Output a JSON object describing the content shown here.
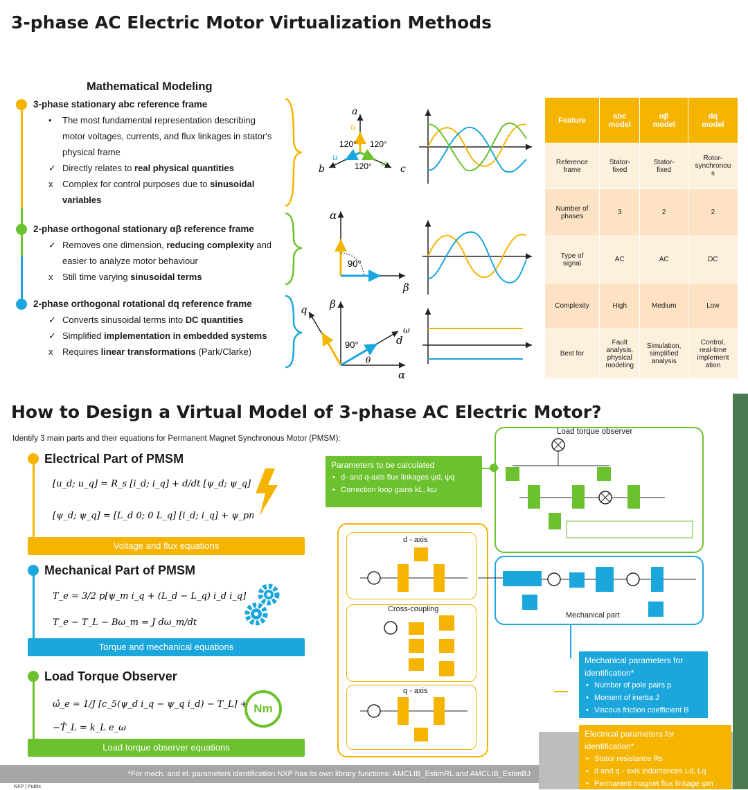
{
  "top_title": "3-phase AC Electric Motor Virtualization Methods",
  "modeling": {
    "heading": "Mathematical Modeling",
    "frames": [
      {
        "title": "3-phase stationary abc reference frame",
        "color": "#f5b400",
        "lines": [
          {
            "mark": "•",
            "text": "The most fundamental representation describing"
          },
          {
            "mark": "",
            "text": "motor voltages, currents, and flux linkages in stator's"
          },
          {
            "mark": "",
            "text": "physical frame"
          },
          {
            "mark": "✓",
            "text": "Directly relates to ",
            "bold": "real physical quantities"
          },
          {
            "mark": "x",
            "text": "Complex for control purposes due to ",
            "bold": "sinusoidal"
          },
          {
            "mark": "",
            "text": "",
            "bold": "variables"
          }
        ]
      },
      {
        "title": "2-phase orthogonal stationary αβ reference frame",
        "color": "#6cc12e",
        "lines": [
          {
            "mark": "✓",
            "text": "Removes one dimension, ",
            "bold": "reducing complexity",
            "after": " and"
          },
          {
            "mark": "",
            "text": "easier to analyze motor behaviour"
          },
          {
            "mark": "x",
            "text": "Still time varying ",
            "bold": "sinusoidal terms"
          }
        ]
      },
      {
        "title": "2-phase orthogonal rotational dq reference frame",
        "color": "#1ba6dc",
        "lines": [
          {
            "mark": "✓",
            "text": "Converts sinusoidal terms into ",
            "bold": "DC quantities"
          },
          {
            "mark": "✓",
            "text": "Simplified ",
            "bold": "implementation in embedded systems"
          },
          {
            "mark": "x",
            "text": "Requires ",
            "bold": "linear transformations",
            "after": " (Park/Clarke)"
          }
        ]
      }
    ],
    "vector_labels": {
      "abc": {
        "a": "a",
        "b": "b",
        "c": "c",
        "ua": "u",
        "ub": "u",
        "uc": "u",
        "angle1": "120°",
        "angle2": "120°",
        "angle3": "120°"
      },
      "ab": {
        "alpha": "α",
        "beta": "β",
        "angle": "90°"
      },
      "dq": {
        "q": "q",
        "d": "d",
        "beta": "β",
        "alpha": "α",
        "angle": "90°",
        "theta": "θ",
        "omega": "ω"
      }
    }
  },
  "feature_table": {
    "header": [
      "Feature",
      "abc\nmodel",
      "αβ\nmodel",
      "dq\nmodel"
    ],
    "rows": [
      [
        "Reference\nframe",
        "Stator-\nfixed",
        "Stator-\nfixed",
        "Rotor-\nsynchronou\ns"
      ],
      [
        "Number of\nphases",
        "3",
        "2",
        "2"
      ],
      [
        "Type of\nsignal",
        "AC",
        "AC",
        "DC"
      ],
      [
        "Complexity",
        "High",
        "Medium",
        "Low"
      ],
      [
        "Best for",
        "Fault\nanalysis,\nphysical\nmodeling",
        "Simulation,\nsimplified\nanalysis",
        "Control,\nreal-time\nimplement\nation"
      ]
    ]
  },
  "bottom_title": "How to Design a Virtual Model of 3-phase AC Electric Motor?",
  "intro": "Identify 3 main parts and their equations for Permanent Magnet Synchronous Motor (PMSM):",
  "parts": [
    {
      "title": "Electrical Part of PMSM",
      "bar": "Voltage and flux equations",
      "color": "#f5b400"
    },
    {
      "title": "Mechanical Part of PMSM",
      "bar": "Torque and mechanical equations",
      "color": "#1ba6dc"
    },
    {
      "title": "Load Torque Observer",
      "bar": "Load torque observer equations",
      "color": "#6cc12e"
    }
  ],
  "nm_icon": "Nm",
  "footnote": "*For mech. and el. parameters identification NXP has its own library functions: AMCLIB_EstimRL and AMCLIB_EstimBJ",
  "footer": "NXP | Public",
  "callouts": {
    "calc": {
      "title": "Parameters to be calculated",
      "items": [
        "d- and q-axis flux linkages ψd, ψq",
        "Correction loop gains kL, kω"
      ]
    },
    "mech": {
      "title": "Mechanical parameters for identification*",
      "items": [
        "Number of pole pairs p",
        "Moment of inertia J",
        "Viscous friction coefficient B"
      ]
    },
    "elec": {
      "title": "Electrical parameters for identification*",
      "items": [
        "Stator resistance Rs",
        "d and q - axis inductances Ld, Lq",
        "Permanent magnet flux linkage ψm"
      ]
    }
  },
  "diagram_labels": {
    "observer": "Load torque observer",
    "d_axis": "d - axis",
    "cross": "Cross-coupling",
    "q_axis": "q - axis",
    "mech_part": "Mechanical part"
  }
}
